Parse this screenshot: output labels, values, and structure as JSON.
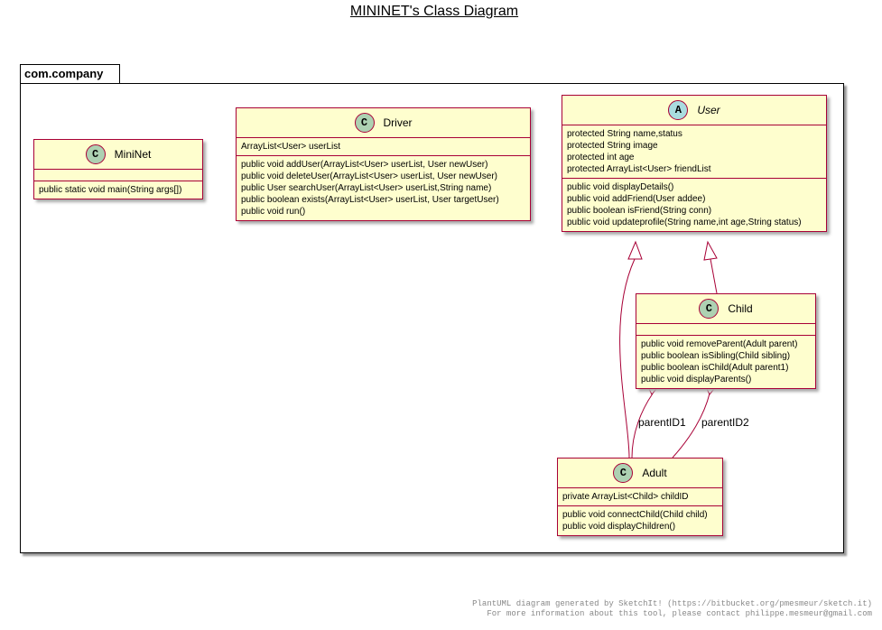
{
  "title": "MININET's Class Diagram",
  "package": {
    "name": "com.company"
  },
  "colors": {
    "class_bg": "#FEFECE",
    "class_border": "#A80036",
    "class_icon": "#ADD1B2",
    "abstract_icon": "#A9DCDF"
  },
  "classes": {
    "mininet": {
      "icon": "C",
      "name": "MiniNet",
      "fields": [],
      "methods": [
        "public static  void main(String args[])"
      ]
    },
    "driver": {
      "icon": "C",
      "name": "Driver",
      "fields": [
        "ArrayList<User> userList"
      ],
      "methods": [
        "public void addUser(ArrayList<User> userList, User newUser)",
        "public void deleteUser(ArrayList<User> userList, User newUser)",
        "public User searchUser(ArrayList<User> userList,String name)",
        "public boolean exists(ArrayList<User> userList, User targetUser)",
        "public void run()"
      ]
    },
    "user": {
      "icon": "A",
      "name": "User",
      "fields": [
        "protected String name,status",
        "protected String image",
        "protected int age",
        "protected ArrayList<User> friendList"
      ],
      "methods": [
        "public void displayDetails()",
        "public void addFriend(User addee)",
        "public boolean isFriend(String conn)",
        "public void updateprofile(String name,int age,String status)"
      ]
    },
    "child": {
      "icon": "C",
      "name": "Child",
      "fields": [],
      "methods": [
        "public void removeParent(Adult parent)",
        "public boolean isSibling(Child sibling)",
        "public boolean isChild(Adult parent1)",
        "public void displayParents()"
      ]
    },
    "adult": {
      "icon": "C",
      "name": "Adult",
      "fields": [
        "private ArrayList<Child> childID"
      ],
      "methods": [
        "public void connectChild(Child child)",
        "public void displayChildren()"
      ]
    }
  },
  "relations": {
    "label1": "parentID1",
    "label2": "parentID2"
  },
  "footer": {
    "line1": "PlantUML diagram generated by SketchIt! (https://bitbucket.org/pmesmeur/sketch.it)",
    "line2": "For more information about this tool, please contact philippe.mesmeur@gmail.com"
  }
}
